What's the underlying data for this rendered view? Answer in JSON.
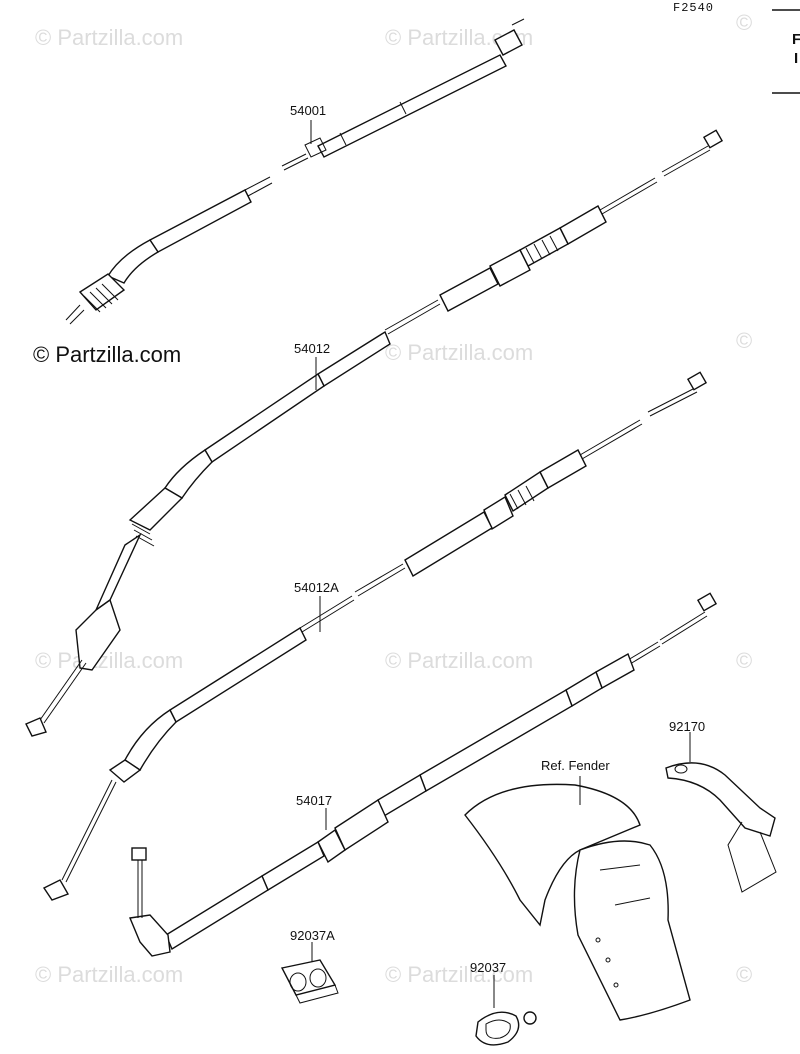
{
  "diagram": {
    "figure_code": "F2540",
    "copyright_mark": "© Partzilla.com",
    "watermark_text": "© Partzilla.com",
    "parts": [
      {
        "id": "p54001",
        "label": "54001"
      },
      {
        "id": "p54012",
        "label": "54012"
      },
      {
        "id": "p54012A",
        "label": "54012A"
      },
      {
        "id": "p54017",
        "label": "54017"
      },
      {
        "id": "p92037A",
        "label": "92037A"
      },
      {
        "id": "p92037",
        "label": "92037"
      },
      {
        "id": "p92170",
        "label": "92170"
      },
      {
        "id": "pfender",
        "label": "Ref. Fender"
      }
    ],
    "side_tab": {
      "line1": "F",
      "line2": "I"
    }
  }
}
